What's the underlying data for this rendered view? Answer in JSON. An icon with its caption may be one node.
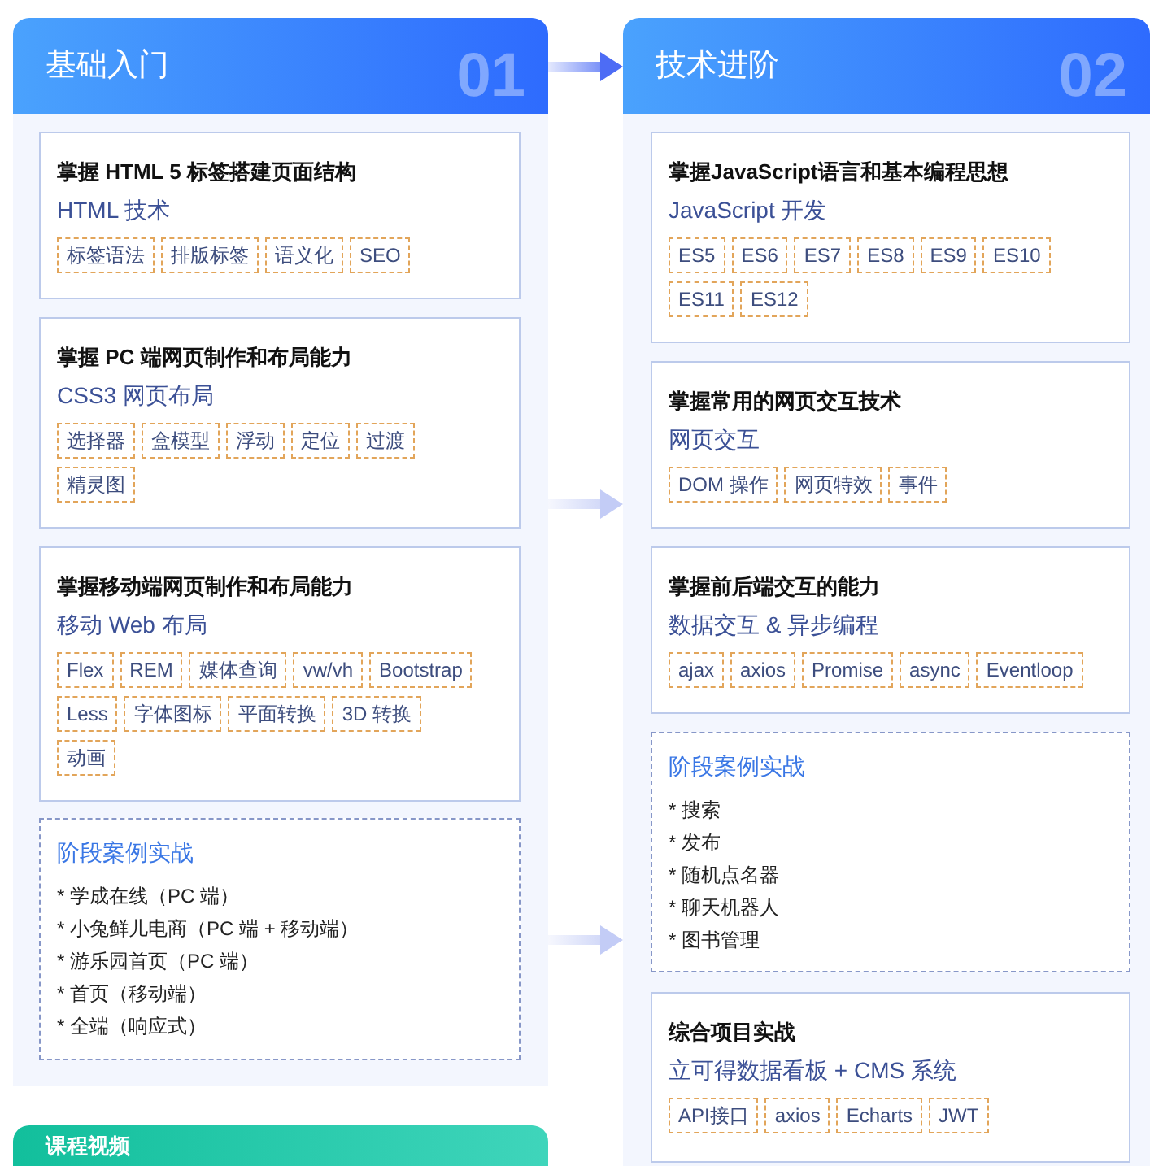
{
  "diagram": {
    "nodes": [
      {
        "text": [
          "基础入门",
          "01"
        ]
      },
      {
        "text": [
          "掌握 HTML 5 标签搭建页面结构",
          "HTML 技术"
        ],
        "in": 0
      },
      {
        "text": [
          "标签语法"
        ],
        "in": 1
      },
      {
        "text": [
          "排版标签"
        ],
        "in": 1
      },
      {
        "text": [
          "语义化"
        ],
        "in": 1
      },
      {
        "text": [
          "SEO"
        ],
        "in": 1
      },
      {
        "text": [
          "掌握 PC 端网页制作和布局能力",
          "CSS3 网页布局"
        ],
        "in": 0
      },
      {
        "text": [
          "选择器"
        ],
        "in": 6
      },
      {
        "text": [
          "盒模型"
        ],
        "in": 6
      },
      {
        "text": [
          "浮动"
        ],
        "in": 6
      },
      {
        "text": [
          "定位"
        ],
        "in": 6
      },
      {
        "text": [
          "过渡"
        ],
        "in": 6
      },
      {
        "text": [
          "精灵图"
        ],
        "in": 6
      },
      {
        "text": [
          "掌握移动端网页制作和布局能力",
          "移动 Web 布局"
        ],
        "in": 0
      },
      {
        "text": [
          "Flex"
        ],
        "in": 13
      },
      {
        "text": [
          "REM"
        ],
        "in": 13
      },
      {
        "text": [
          "媒体查询"
        ],
        "in": 13
      },
      {
        "text": [
          "vw/vh"
        ],
        "in": 13
      },
      {
        "text": [
          "Bootstrap"
        ],
        "in": 13
      },
      {
        "text": [
          "Less"
        ],
        "in": 13
      },
      {
        "text": [
          "字体图标"
        ],
        "in": 13
      },
      {
        "text": [
          "平面转换"
        ],
        "in": 13
      },
      {
        "text": [
          "3D 转换"
        ],
        "in": 13
      },
      {
        "text": [
          "动画"
        ],
        "in": 13
      },
      {
        "text": [
          "阶段案例实战",
          "* 学成在线（PC 端）",
          "* 小兔鲜儿电商（PC 端 + 移动端）",
          "* 游乐园首页（PC 端）",
          "* 首页（移动端）",
          "* 全端（响应式）"
        ],
        "in": 0
      },
      {
        "text": [
          "技术进阶",
          "02"
        ]
      },
      {
        "text": [
          "掌握JavaScript语言和基本编程思想",
          "JavaScript 开发"
        ],
        "in": 25
      },
      {
        "text": [
          "ES5"
        ],
        "in": 26
      },
      {
        "text": [
          "ES6"
        ],
        "in": 26
      },
      {
        "text": [
          "ES7"
        ],
        "in": 26
      },
      {
        "text": [
          "ES8"
        ],
        "in": 26
      },
      {
        "text": [
          "ES9"
        ],
        "in": 26
      },
      {
        "text": [
          "ES10"
        ],
        "in": 26
      },
      {
        "text": [
          "ES11"
        ],
        "in": 26
      },
      {
        "text": [
          "ES12"
        ],
        "in": 26
      },
      {
        "text": [
          "掌握常用的网页交互技术",
          "网页交互"
        ],
        "in": 25
      },
      {
        "text": [
          "DOM 操作"
        ],
        "in": 35
      },
      {
        "text": [
          "网页特效"
        ],
        "in": 35
      },
      {
        "text": [
          "事件"
        ],
        "in": 35
      },
      {
        "text": [
          "掌握前后端交互的能力",
          "数据交互 & 异步编程"
        ],
        "in": 25
      },
      {
        "text": [
          "ajax"
        ],
        "in": 39
      },
      {
        "text": [
          "axios"
        ],
        "in": 39
      },
      {
        "text": [
          "Promise"
        ],
        "in": 39
      },
      {
        "text": [
          "async"
        ],
        "in": 39
      },
      {
        "text": [
          "Eventloop"
        ],
        "in": 39
      },
      {
        "text": [
          "阶段案例实战",
          "* 搜索",
          "* 发布",
          "* 随机点名器",
          "* 聊天机器人",
          "* 图书管理"
        ],
        "in": 25
      },
      {
        "text": [
          "综合项目实战",
          "立可得数据看板 + CMS 系统"
        ],
        "in": 25
      },
      {
        "text": [
          "API接口"
        ],
        "in": 46
      },
      {
        "text": [
          "axios"
        ],
        "in": 46
      },
      {
        "text": [
          "Echarts"
        ],
        "in": 46
      },
      {
        "text": [
          "JWT"
        ],
        "in": 46
      },
      {
        "text": [
          "课程视频"
        ]
      }
    ],
    "edges": [
      {
        "from": 0,
        "to": 25,
        "arrow": "to",
        "color": "#4d6cf5"
      },
      {
        "from": 0,
        "to": 25,
        "arrow": "to"
      },
      {
        "from": 0,
        "to": 25,
        "arrow": "to"
      }
    ]
  }
}
